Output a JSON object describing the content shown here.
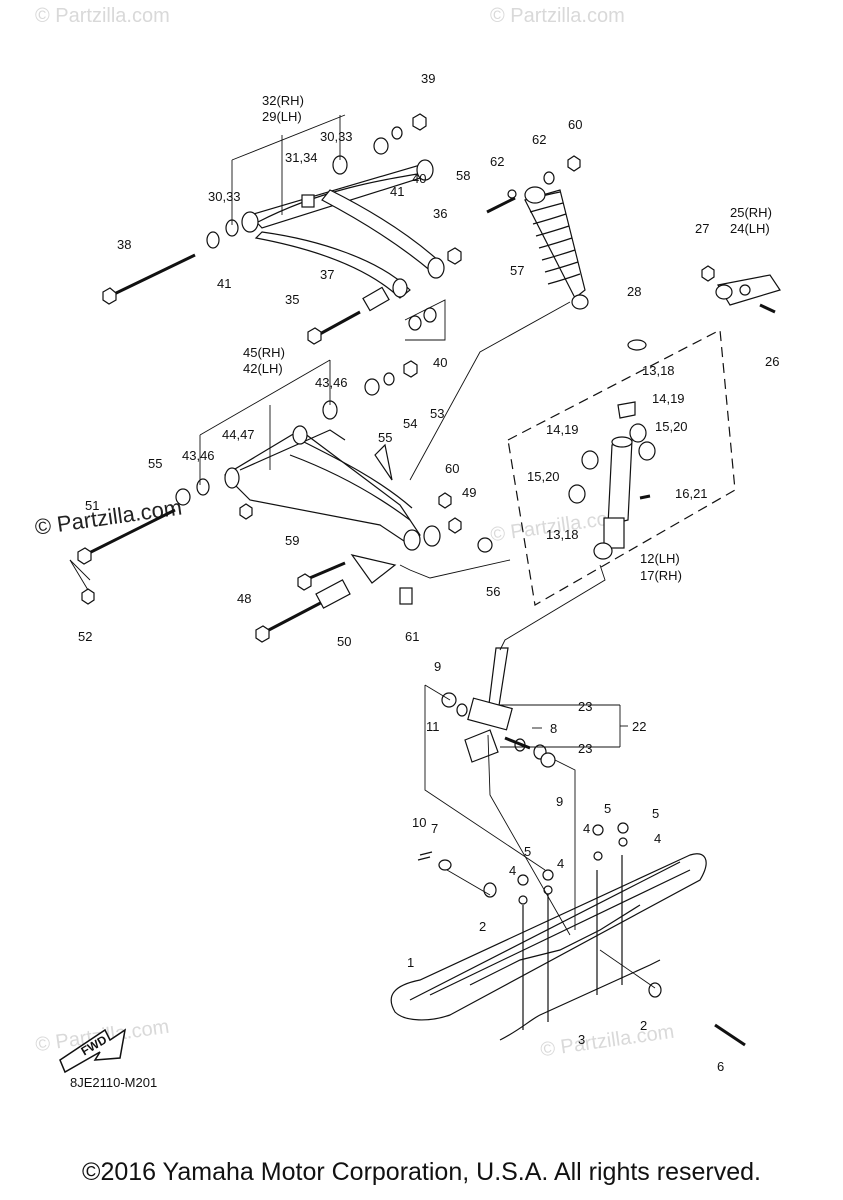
{
  "watermarks": {
    "top_left": "© Partzilla.com",
    "top_right": "© Partzilla.com",
    "left_mid": "© Partzilla.com",
    "center": "© Partzilla.com",
    "bottom_left": "© Partzilla.com",
    "bottom_right": "© Partzilla.com"
  },
  "fwd_label": "FWD",
  "diagram_code": "8JE2110-M201",
  "copyright": "©2016 Yamaha Motor Corporation, U.S.A. All rights reserved.",
  "callouts": [
    "39",
    "32(RH)",
    "29(LH)",
    "30,33",
    "31,34",
    "30,33",
    "40",
    "41",
    "62",
    "60",
    "58",
    "62",
    "36",
    "38",
    "41",
    "37",
    "57",
    "27",
    "25(RH)",
    "24(LH)",
    "35",
    "40",
    "28",
    "26",
    "45(RH)",
    "42(LH)",
    "43,46",
    "53",
    "54",
    "55",
    "13,18",
    "14,19",
    "14,19",
    "15,20",
    "44,47",
    "43,46",
    "55",
    "60",
    "49",
    "15,20",
    "16,21",
    "51",
    "13,18",
    "12(LH)",
    "17(RH)",
    "59",
    "56",
    "48",
    "50",
    "61",
    "52",
    "9",
    "23",
    "22",
    "11",
    "8",
    "23",
    "9",
    "10",
    "7",
    "5",
    "5",
    "4",
    "4",
    "5",
    "4",
    "4",
    "2",
    "1",
    "2",
    "3",
    "6"
  ]
}
